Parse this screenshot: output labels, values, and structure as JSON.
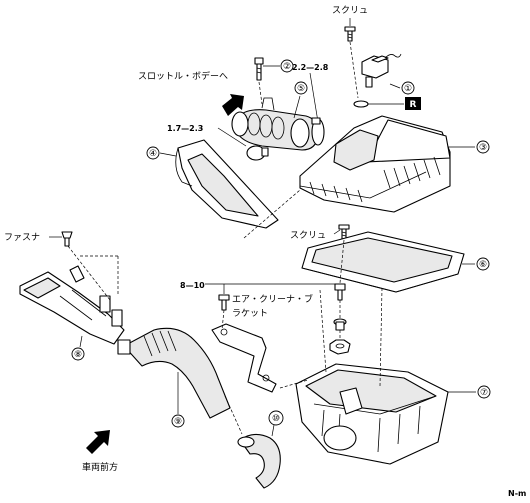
{
  "labels": {
    "screw_top": "スクリュ",
    "to_throttle": "スロットル・ボデーへ",
    "torque_a": "2.2—2.8",
    "torque_b": "1.7—2.3",
    "screw_mid": "スクリュ",
    "fastener": "ファスナ",
    "torque_c": "8—10",
    "bracket_line1": "エア・クリーナ・ブ",
    "bracket_line2": "ラケット",
    "vehicle_front": "車両前方",
    "unit": "N-m",
    "r_badge": "R"
  },
  "callouts": [
    "①",
    "②",
    "③",
    "④",
    "⑤",
    "⑥",
    "⑦",
    "⑧",
    "⑨",
    "⑩"
  ],
  "colors": {
    "ink": "#000000",
    "paper": "#ffffff",
    "shade": "#e9e9e9"
  }
}
